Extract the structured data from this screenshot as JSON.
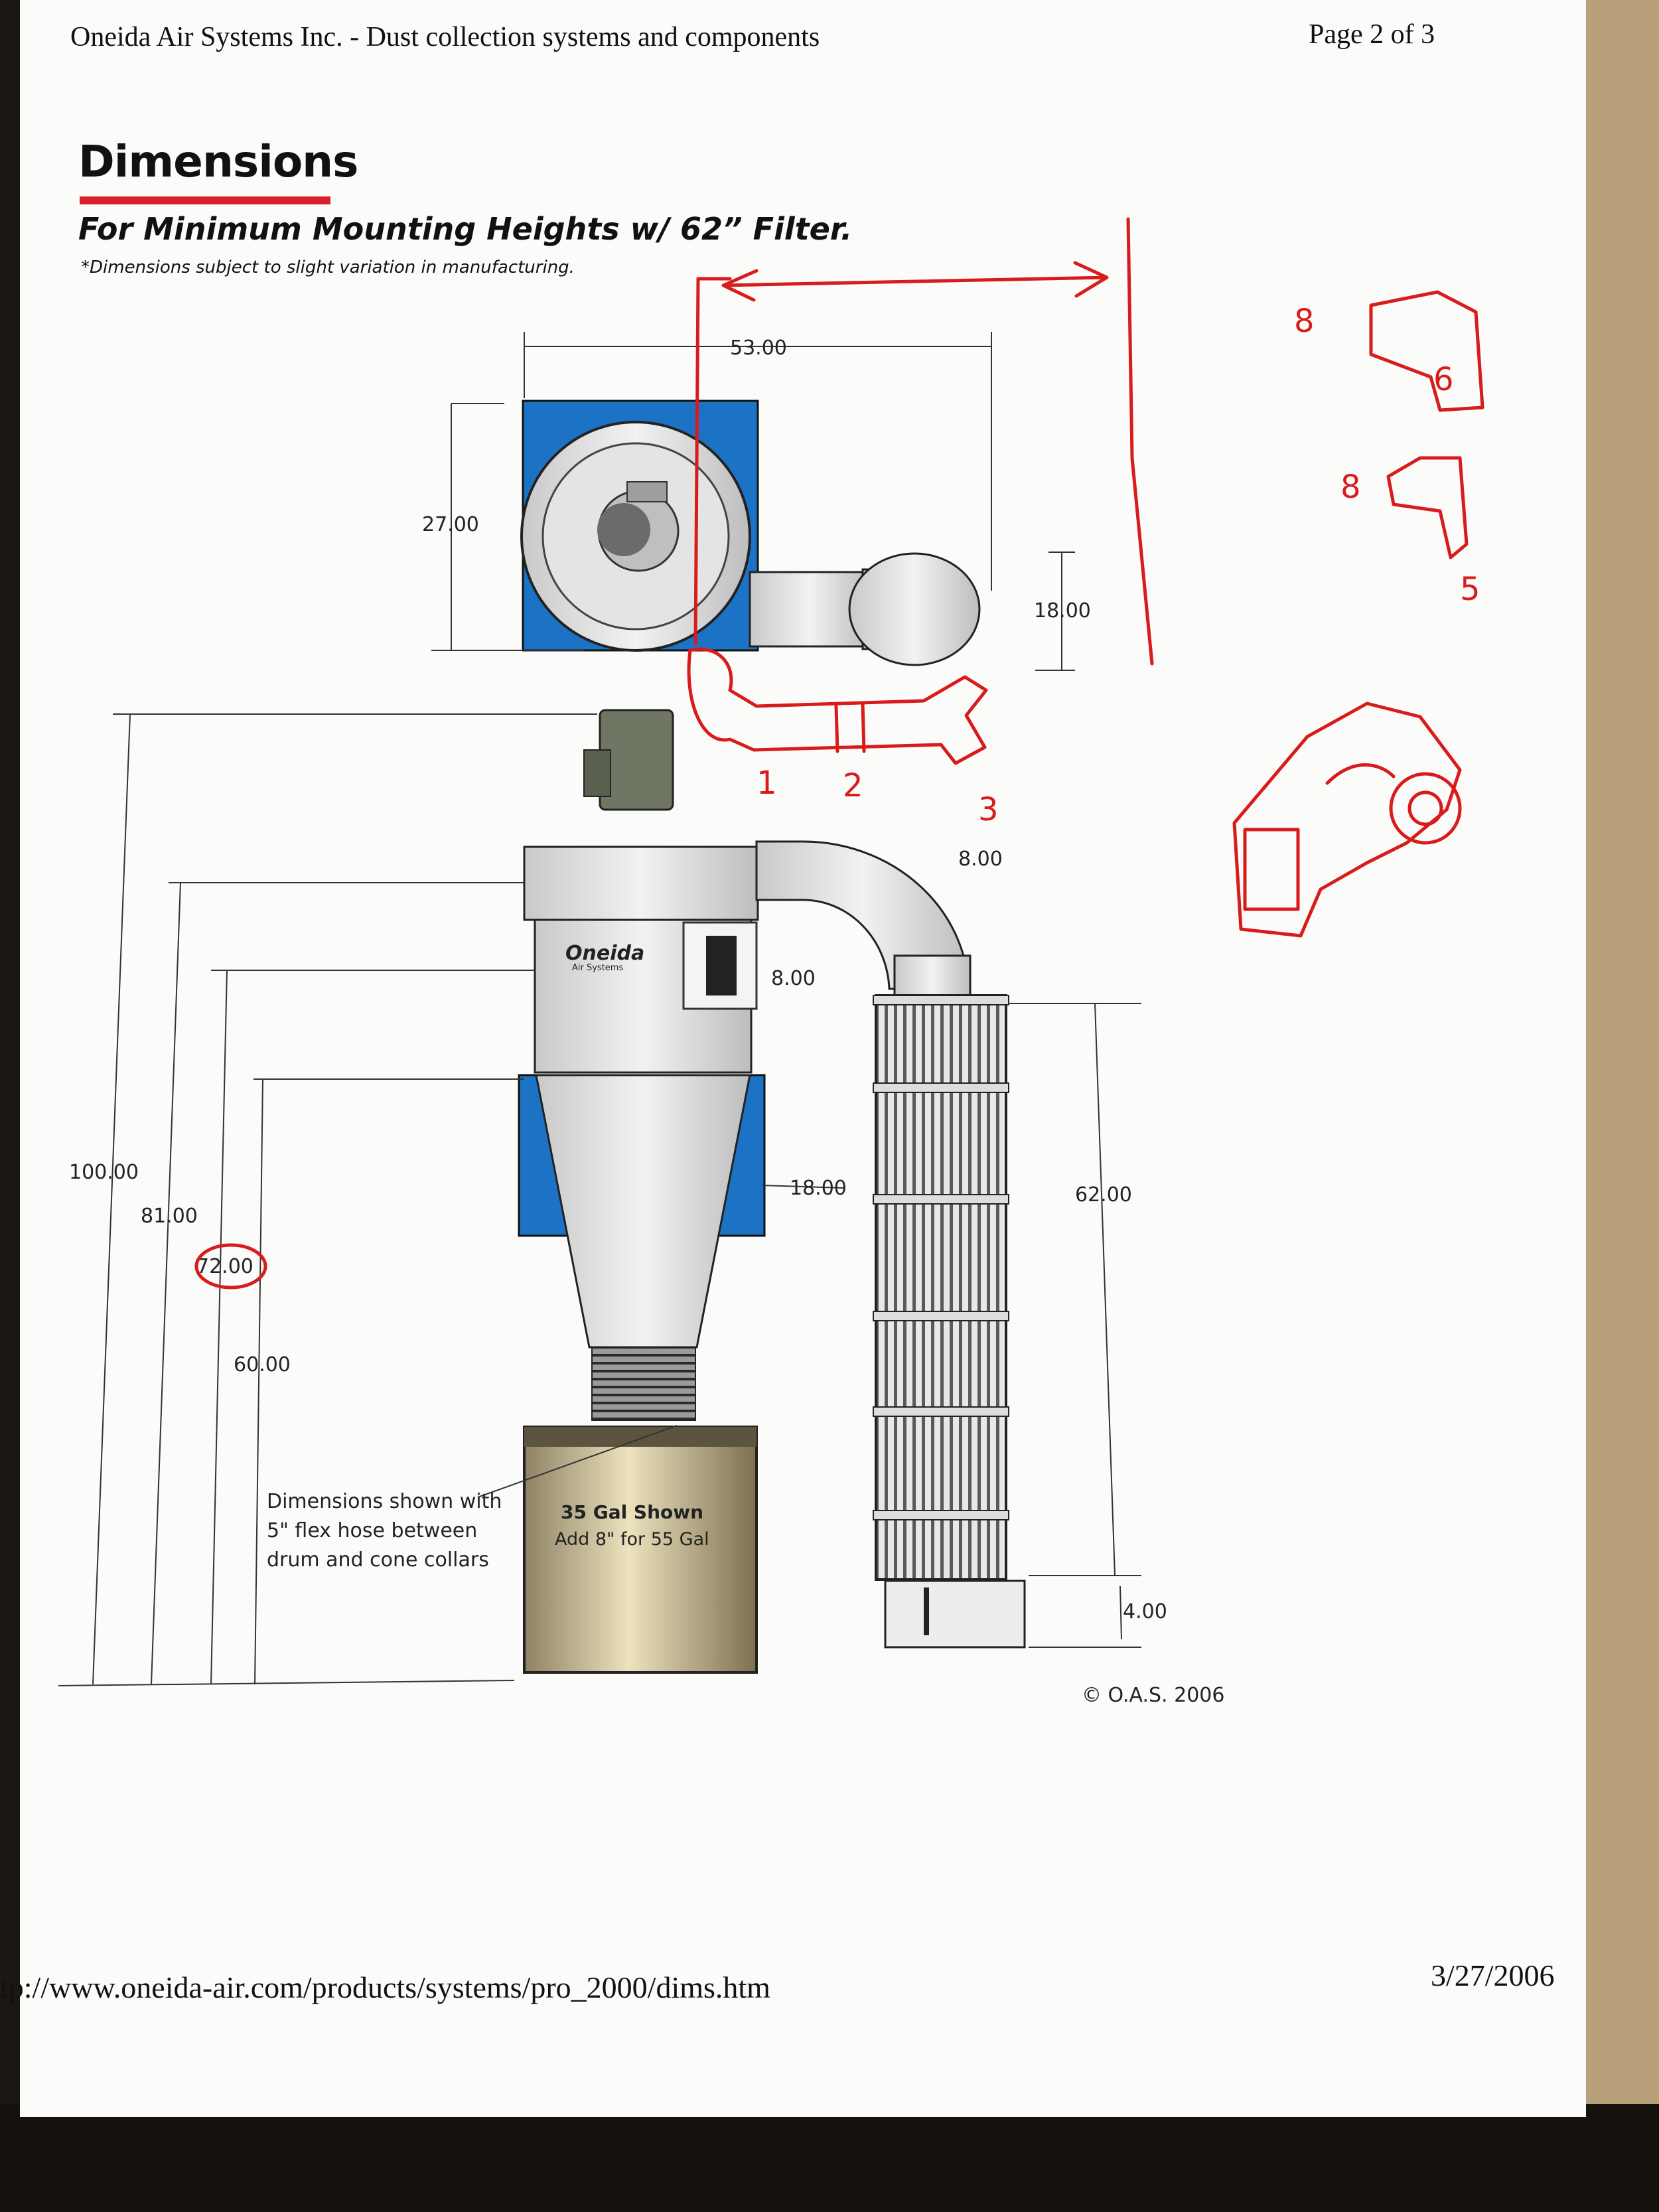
{
  "header": {
    "title": "Oneida Air Systems Inc. - Dust collection systems and components",
    "page": "Page 2 of 3"
  },
  "document": {
    "heading": "Dimensions",
    "subtitle": "For Minimum Mounting Heights w/ 62” Filter.",
    "note": "*Dimensions subject to slight variation in manufacturing."
  },
  "dimensions": {
    "width_top": "53.00",
    "blower_height": "27.00",
    "outlet_height": "18.00",
    "outlet_duct": "8.00",
    "inlet": "8.00",
    "cone_offset": "18.00",
    "filter_height": "62.00",
    "filter_base": "4.00",
    "overall": "100.00",
    "to_inlet": "81.00",
    "to_cone_top": "72.00",
    "to_cone_base": "60.00"
  },
  "labels": {
    "brand": "Oneida",
    "brand_sub": "Air Systems",
    "callout_line1": "Dimensions shown with",
    "callout_line2": "5\" flex hose between",
    "callout_line3": "drum and cone collars",
    "drum_line1": "35 Gal Shown",
    "drum_line2": "Add 8\" for 55 Gal",
    "copyright": "© O.A.S. 2006"
  },
  "annotations": {
    "elbow_top_left": "8",
    "elbow_top_right": "6",
    "elbow_bottom_left": "8",
    "elbow_bottom_right": "5",
    "sketch_1": "1",
    "sketch_2": "2",
    "sketch_3": "3"
  },
  "footer": {
    "url": "tp://www.oneida-air.com/products/systems/pro_2000/dims.htm",
    "date": "3/27/2006"
  },
  "colors": {
    "blue": "#1c72c4",
    "red_ink": "#d81c1c",
    "title_rule": "#d8212a"
  }
}
